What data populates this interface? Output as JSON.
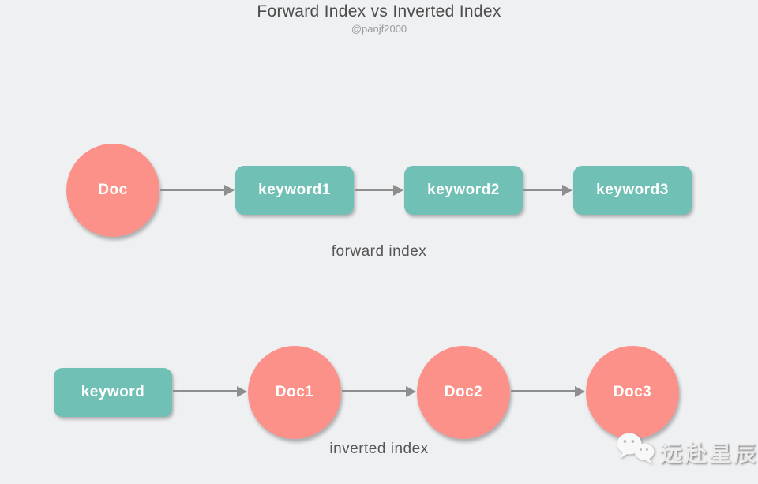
{
  "header": {
    "title": "Forward Index vs Inverted Index",
    "subtitle": "@panjf2000"
  },
  "colors": {
    "background": "#eff0f2",
    "doc_node": "#fc918a",
    "keyword_node": "#71c0b6",
    "arrow": "#8e8e8e",
    "title_text": "#4d4d4d",
    "subtitle_text": "#9b9b9b",
    "caption_text": "#555555",
    "node_text": "#ffffff"
  },
  "forward_index": {
    "caption": "forward index",
    "doc_node": "Doc",
    "keyword_nodes": [
      "keyword1",
      "keyword2",
      "keyword3"
    ]
  },
  "inverted_index": {
    "caption": "inverted index",
    "keyword_node": "keyword",
    "doc_nodes": [
      "Doc1",
      "Doc2",
      "Doc3"
    ]
  },
  "watermark": {
    "icon": "wechat-icon",
    "text": "远赴星辰"
  }
}
